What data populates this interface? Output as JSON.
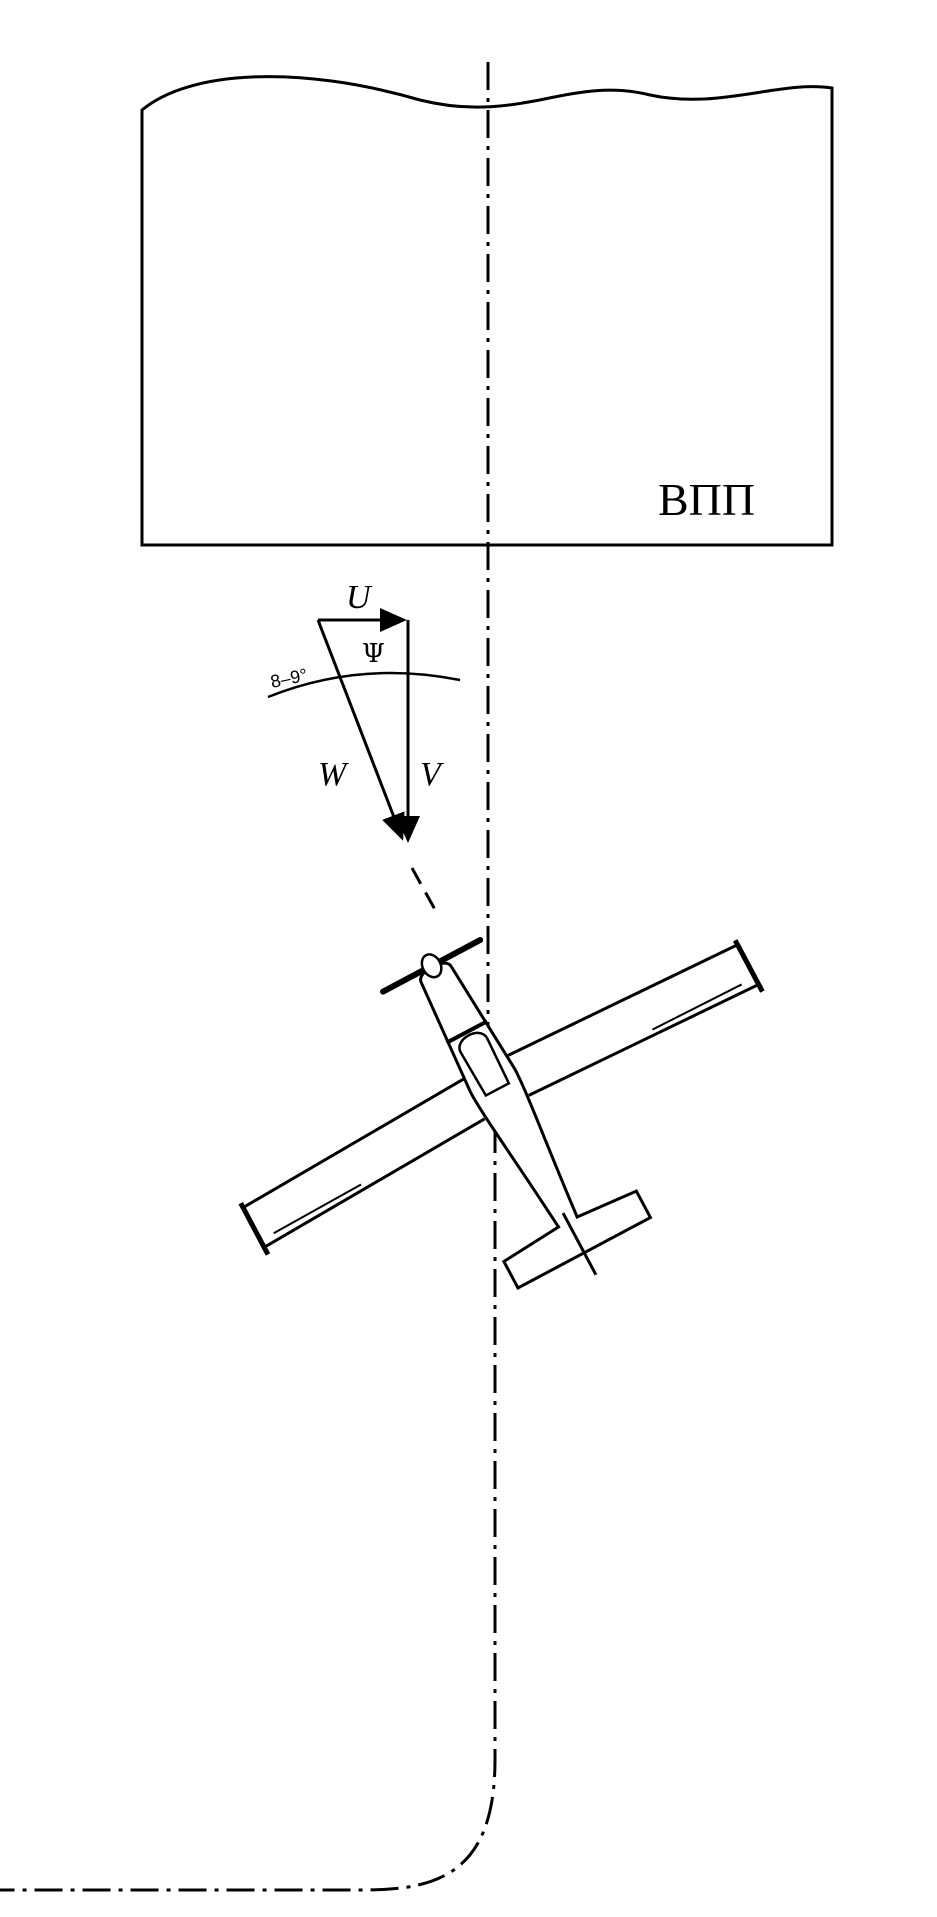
{
  "runway": {
    "label": "ВПП"
  },
  "vectors": {
    "crosswind": "U",
    "airspeed": "V",
    "groundspeed": "W"
  },
  "angle": {
    "symbol": "Ψ",
    "value": "8–9°"
  }
}
